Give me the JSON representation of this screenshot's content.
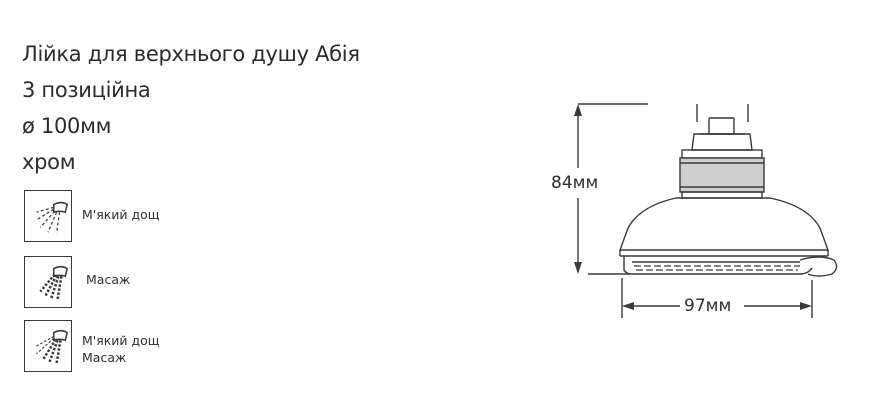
{
  "product": {
    "title_lines": [
      "Лійка для верхнього душу Абія",
      "3 позиційна",
      "ø 100мм",
      "хром"
    ]
  },
  "modes": [
    {
      "icon": "soft-rain-icon",
      "lines": [
        "М'який дощ"
      ]
    },
    {
      "icon": "massage-icon",
      "lines": [
        "Масаж"
      ]
    },
    {
      "icon": "soft-rain-massage-icon",
      "lines": [
        "М'який дощ",
        "Масаж"
      ]
    }
  ],
  "dimensions": {
    "height_label": "84мм",
    "width_label": "97мм"
  },
  "colors": {
    "line": "#3a3a3a",
    "text": "#2b2b2b"
  }
}
